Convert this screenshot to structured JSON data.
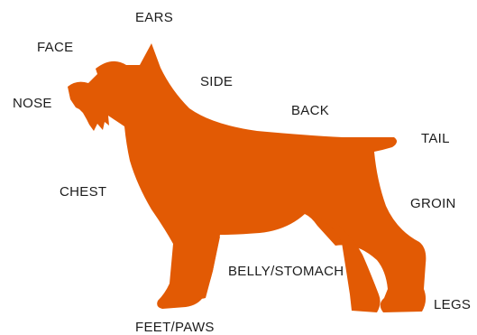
{
  "diagram": {
    "silhouette_color": "#e25a04",
    "label_color": "#1c1c1c",
    "labels": {
      "ears": "EARS",
      "face": "FACE",
      "side": "SIDE",
      "nose": "NOSE",
      "back": "BACK",
      "tail": "TAIL",
      "chest": "CHEST",
      "groin": "GROIN",
      "belly": "BELLY/STOMACH",
      "legs": "LEGS",
      "feet": "FEET/PAWS"
    }
  }
}
